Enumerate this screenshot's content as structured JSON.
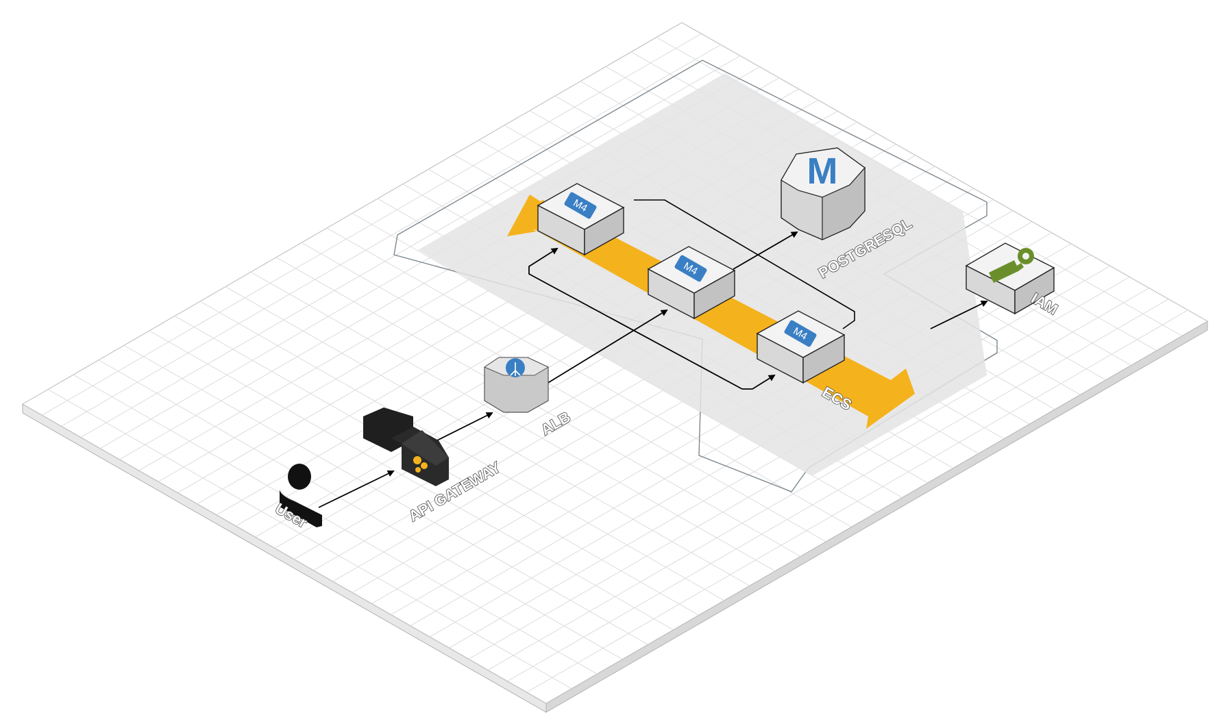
{
  "labels": {
    "user": "User",
    "api_gateway": "API GATEWAY",
    "alb": "ALB",
    "ecs": "ECS",
    "postgresql": "POSTGRESQL",
    "iam": "IAM"
  },
  "instances": [
    {
      "badge": "M4"
    },
    {
      "badge": "M4"
    },
    {
      "badge": "M4"
    }
  ],
  "database": {
    "badge": "M"
  },
  "colors": {
    "grid_line": "#dcdcdc",
    "grid_plate": "#ffffff",
    "plate_side": "#e6e6e6",
    "group_fill": "#e6e6e6",
    "group_border": "#6e7a82",
    "ecs_arrow": "#f4b21c",
    "instance_top": "#f3f3f3",
    "instance_side": "#c8c8c8",
    "badge": "#3a7fc4",
    "iam_key": "#6a8f2a",
    "gateway_dark": "#1f1f1f",
    "gateway_accent": "#f4b21c"
  }
}
